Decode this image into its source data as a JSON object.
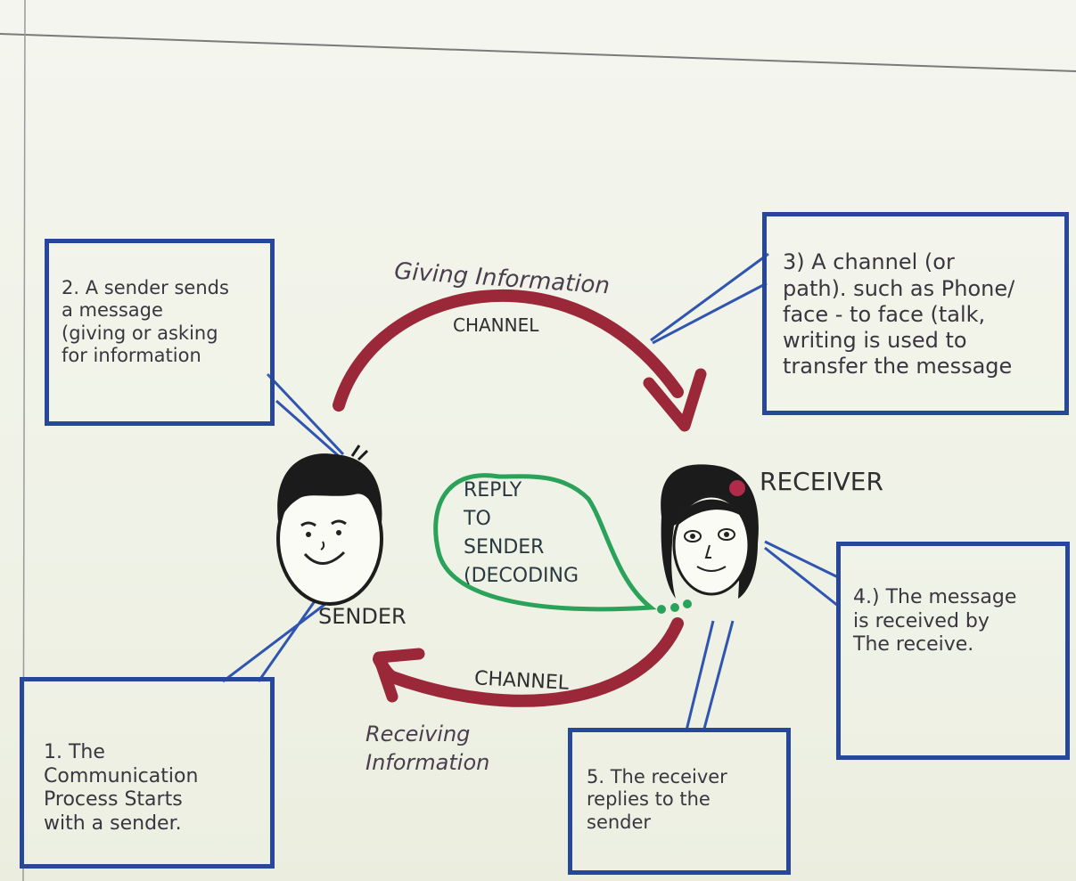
{
  "boxes": {
    "sender_sends": "2. A sender sends\na message\n(giving or asking\nfor information",
    "channel": "3) A channel (or\npath). such as Phone/\nface - to face (talk,\nwriting is used to\ntransfer the message",
    "received": "4.) The message\nis received by\nThe receive.",
    "replies": "5. The receiver\nreplies to the\nsender",
    "starts": "1. The\nCommunication\nProcess Starts\nwith a sender."
  },
  "labels": {
    "sender": "SENDER",
    "receiver": "RECEIVER",
    "channel_top": "CHANNEL",
    "channel_bottom": "CHANNEL",
    "giving": "Giving Information",
    "receiving": "Receiving\nInformation",
    "bubble": "REPLY\nTO\nSENDER\n(DECODING"
  },
  "colors": {
    "box_border": "#27479a",
    "arrow": "#9a2838",
    "bubble": "#2aa25a",
    "pointer": "#2f55b0",
    "receiver_hair_clip": "#b02a4a"
  }
}
